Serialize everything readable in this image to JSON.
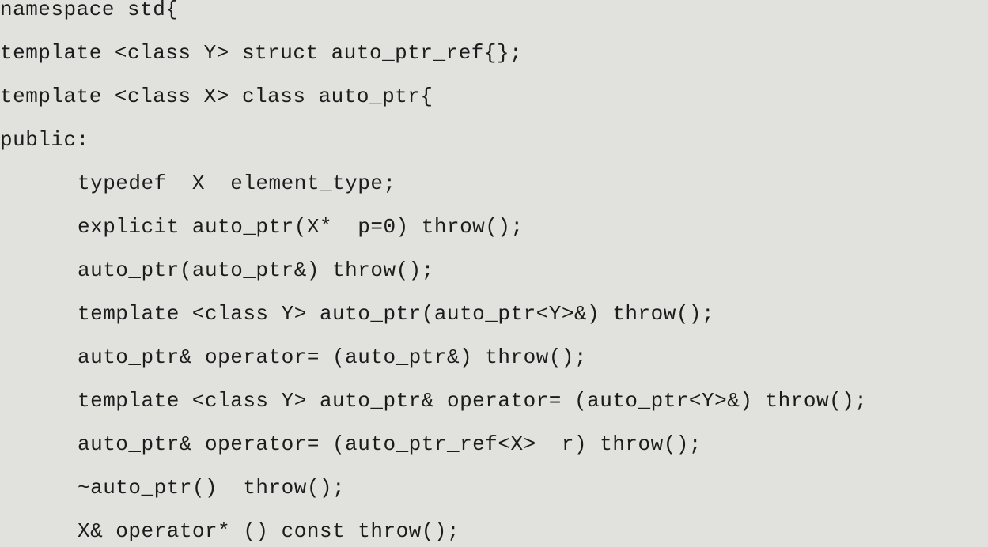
{
  "code": {
    "lines": [
      "namespace std{",
      "template <class Y> struct auto_ptr_ref{};",
      "template <class X> class auto_ptr{",
      "public:",
      "typedef  X  element_type;",
      "explicit auto_ptr(X*  p=0) throw();",
      "auto_ptr(auto_ptr&) throw();",
      "template <class Y> auto_ptr(auto_ptr<Y>&) throw();",
      "auto_ptr& operator= (auto_ptr&) throw();",
      "template <class Y> auto_ptr& operator= (auto_ptr<Y>&) throw();",
      "auto_ptr& operator= (auto_ptr_ref<X>  r) throw();",
      "~auto_ptr()  throw();",
      "X& operator* () const throw();"
    ]
  }
}
